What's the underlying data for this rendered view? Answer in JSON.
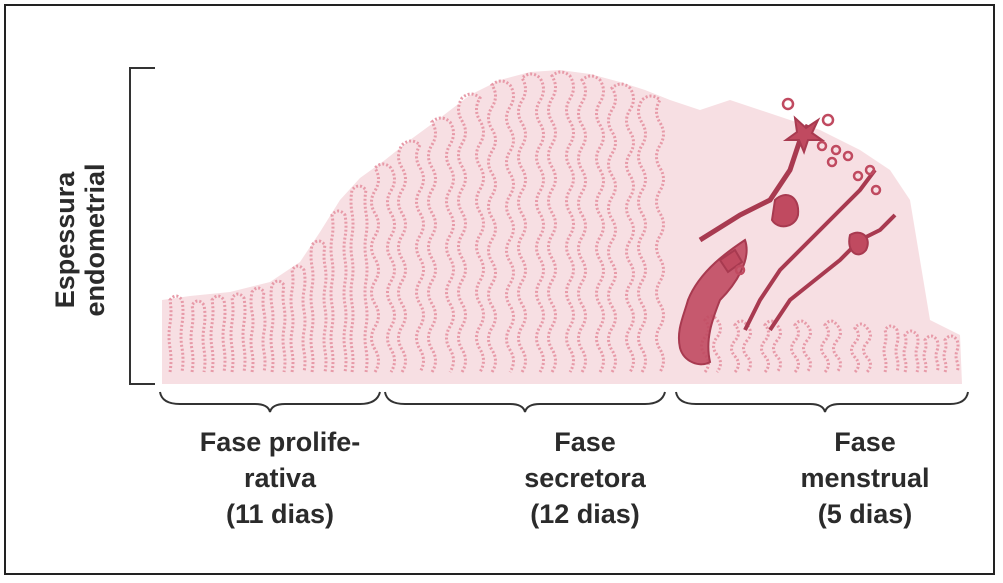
{
  "axis": {
    "label_line1": "Espessura",
    "label_line2": "endometrial"
  },
  "phases": [
    {
      "line1": "Fase prolife-",
      "line2": "rativa",
      "line3": "(11 dias)"
    },
    {
      "line1": "Fase",
      "line2": "secretora",
      "line3": "(12 dias)"
    },
    {
      "line1": "Fase",
      "line2": "menstrual",
      "line3": "(5 dias)"
    }
  ],
  "colors": {
    "tissue": "#f7dfe3",
    "gland_outline": "#e79aa8",
    "blood": "#c04a60",
    "text": "#2b2b2b",
    "bracket": "#333333"
  }
}
